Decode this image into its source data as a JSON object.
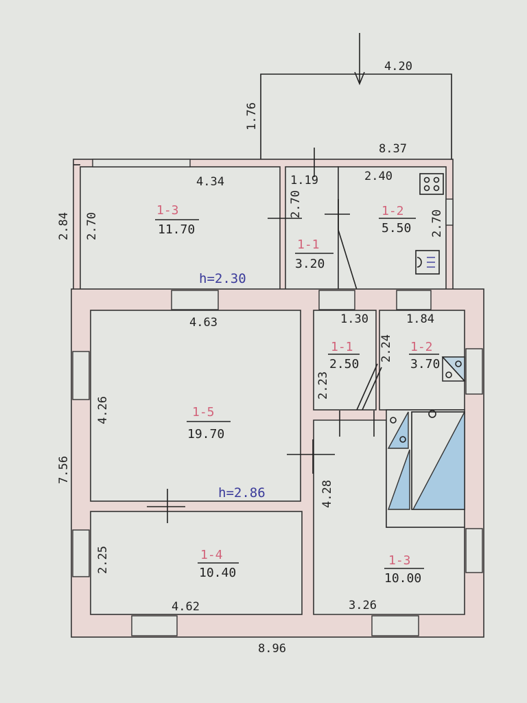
{
  "plan": {
    "porch": {
      "width": "4.20",
      "depth": "1.76"
    },
    "veranda": {
      "overall_width": "8.37",
      "depth": "2.84",
      "height_note": "h=2.30"
    },
    "house": {
      "overall_width": "8.96",
      "overall_depth": "7.56",
      "height_note": "h=2.86"
    },
    "rooms": [
      {
        "id": "1-3",
        "area": "11.70",
        "width": "4.34",
        "depth": "2.70"
      },
      {
        "id": "1-1",
        "area": "3.20",
        "width": "1.19",
        "depth": "2.70"
      },
      {
        "id": "1-2",
        "area": "5.50",
        "width": "2.40",
        "depth": "2.70"
      },
      {
        "id": "1-5",
        "area": "19.70",
        "width": "4.63",
        "depth": "4.26"
      },
      {
        "id": "1-4",
        "area": "10.40",
        "width": "4.62",
        "depth": "2.25"
      },
      {
        "id": "1-1",
        "area": "2.50",
        "width": "1.30",
        "depth": "2.23"
      },
      {
        "id": "1-2",
        "area": "3.70",
        "width": "1.84",
        "depth": "2.24"
      },
      {
        "id": "1-3",
        "area": "10.00",
        "width": "3.26",
        "depth": "4.28"
      }
    ],
    "colors": {
      "wall": "#ead8d5",
      "paper": "#e4e6e2",
      "bath": "#a9cbe2",
      "room_id": "#d2637a",
      "height_note": "#3a3a9a"
    }
  }
}
